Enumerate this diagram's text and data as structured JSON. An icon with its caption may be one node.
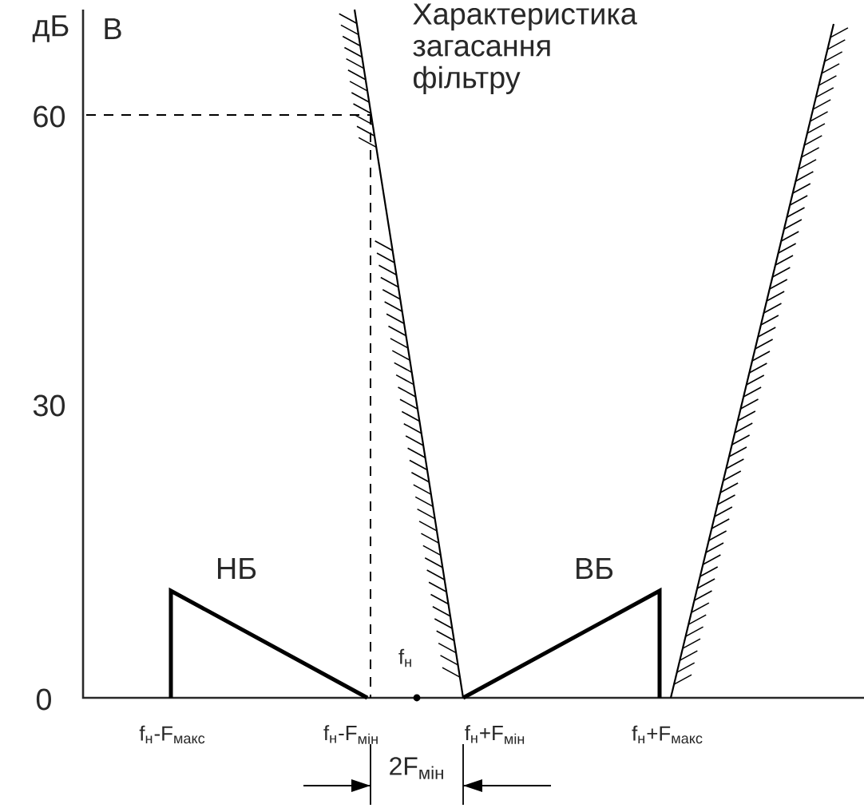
{
  "diagram": {
    "labels": [
      "дБ",
      "В",
      "Характеристика загасання фільтру",
      "60",
      "30",
      "НБ",
      "ВБ",
      "f$_{н}$",
      "0",
      "f$_{н}$-F$_{макс}$",
      "f$_{н}$-F$_{мін}$",
      "f$_{н}$+F$_{мін}$",
      "f$_{н}$+F$_{макс}$",
      "2F$_{мін}$"
    ]
  }
}
